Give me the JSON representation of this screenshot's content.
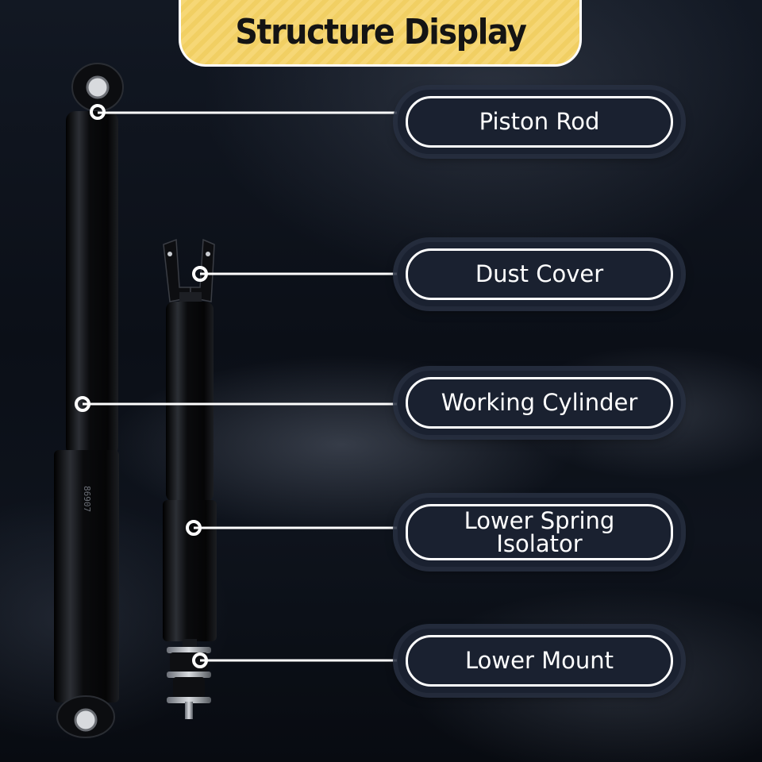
{
  "banner": {
    "title": "Structure Display"
  },
  "labels": [
    {
      "text": "Piston Rod"
    },
    {
      "text": "Dust Cover"
    },
    {
      "text": "Working Cylinder"
    },
    {
      "text": "Lower Spring\nIsolator"
    },
    {
      "text": "Lower Mount"
    }
  ],
  "shock_marking": "86907",
  "colors": {
    "banner": "#f3d269",
    "label_fill": "#1a2130",
    "line": "#ffffff"
  }
}
